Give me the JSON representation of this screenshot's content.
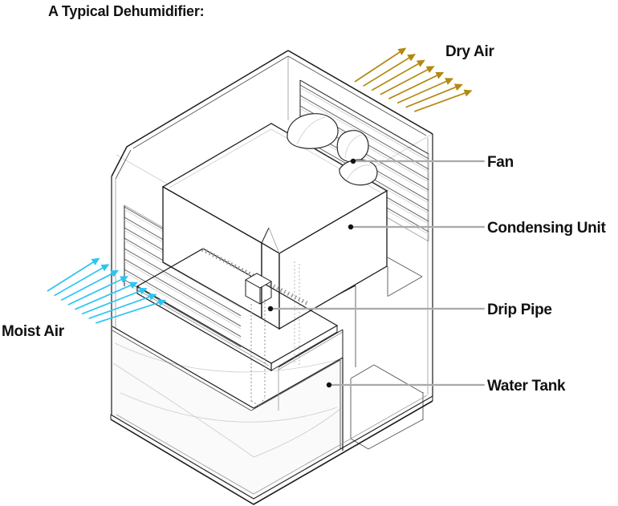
{
  "title": "A Typical Dehumidifier:",
  "labels": {
    "dry_air": "Dry Air",
    "moist_air": "Moist Air"
  },
  "callouts": [
    {
      "label": "Fan"
    },
    {
      "label": "Condensing Unit"
    },
    {
      "label": "Drip Pipe"
    },
    {
      "label": "Water Tank"
    }
  ],
  "colors": {
    "dry_air_arrows": "#b3890e",
    "moist_air_arrows": "#2bc5f2",
    "outline": "#1a1a1a",
    "leader": "#9a9a9a",
    "text": "#111111"
  },
  "airflow": {
    "dry": {
      "count": 8,
      "tail_start": [
        442,
        102
      ],
      "tail_step": [
        10.6,
        5.3
      ],
      "head_start": [
        498,
        65
      ],
      "head_step": [
        11.6,
        7.3
      ]
    },
    "moist": {
      "count": 8,
      "tail_start": [
        59,
        363
      ],
      "tail_step": [
        8.6,
        5.7
      ],
      "head_start": [
        116,
        327
      ],
      "head_step": [
        11.7,
        7.2
      ]
    }
  }
}
